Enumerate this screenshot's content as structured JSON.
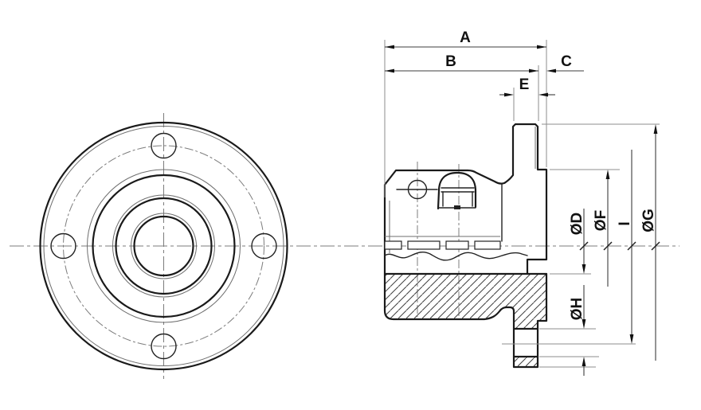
{
  "drawing": {
    "dimension_labels": {
      "A": "A",
      "B": "B",
      "C": "C",
      "E": "E",
      "OD": "ØD",
      "OF": "ØF",
      "I": "I",
      "OG": "ØG",
      "OH": "ØH"
    },
    "colors": {
      "background": "#ffffff",
      "outline": "#1a1a1a",
      "thin_edge": "#6e6e6e",
      "extension_line": "#8d8d8d",
      "centerline": "#7c7c7c",
      "hatch": "#3f3f3f",
      "label_text": "#111111"
    }
  }
}
